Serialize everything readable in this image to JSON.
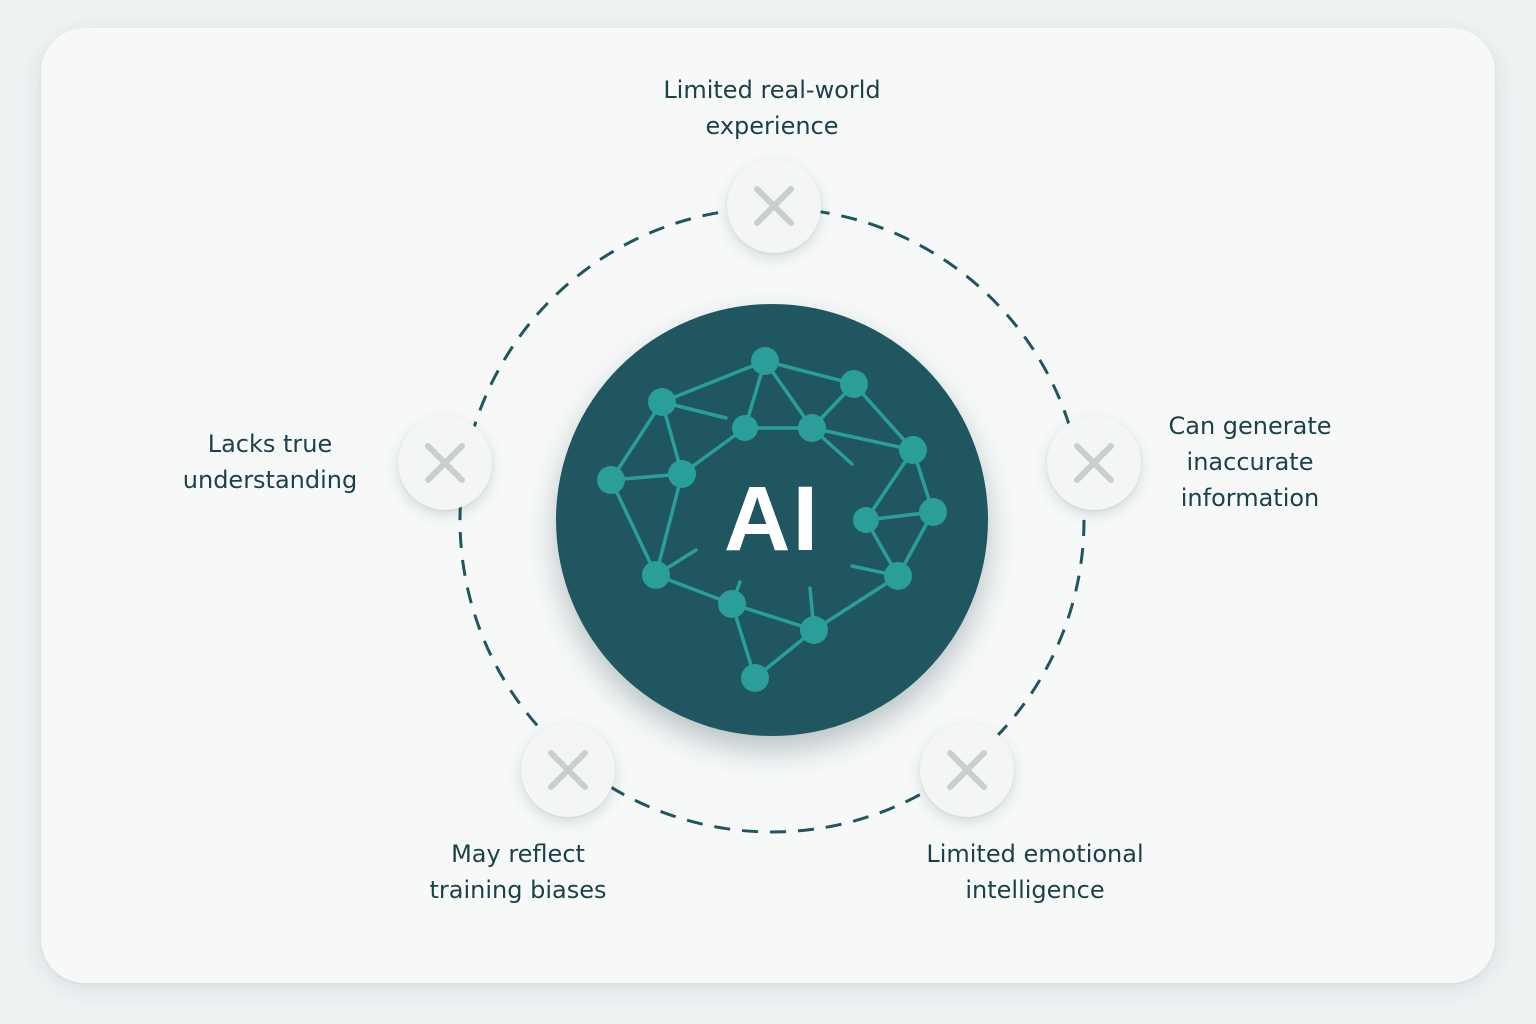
{
  "center": {
    "label": "AI",
    "icon": "neural-network-brain-icon"
  },
  "limitations": [
    {
      "id": "top",
      "lines": [
        "Limited real-world",
        "experience"
      ],
      "icon": "close-icon"
    },
    {
      "id": "right",
      "lines": [
        "Can generate",
        "inaccurate",
        "information"
      ],
      "icon": "close-icon"
    },
    {
      "id": "bottom-right",
      "lines": [
        "Limited emotional",
        "intelligence"
      ],
      "icon": "close-icon"
    },
    {
      "id": "bottom-left",
      "lines": [
        "May reflect",
        "training biases"
      ],
      "icon": "close-icon"
    },
    {
      "id": "left",
      "lines": [
        "Lacks true",
        "understanding"
      ],
      "icon": "close-icon"
    }
  ],
  "colors": {
    "hub": "#1f5660",
    "network": "#2a9f9a",
    "ring": "#1f5660",
    "cross": "#c9cfd1",
    "text": "#1d4149"
  }
}
